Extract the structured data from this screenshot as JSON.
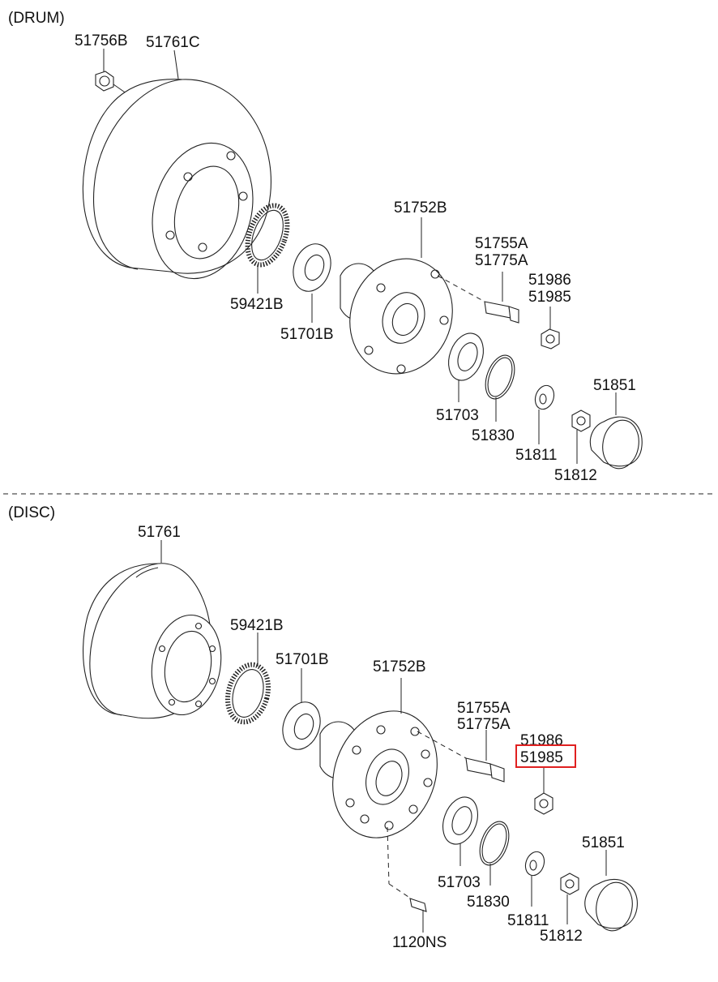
{
  "sections": {
    "drum": {
      "title": "(DRUM)",
      "labels": [
        "51756B",
        "51761C",
        "59421B",
        "51701B",
        "51752B",
        "51755A",
        "51775A",
        "51986",
        "51985",
        "51703",
        "51830",
        "51811",
        "51812",
        "51851"
      ]
    },
    "disc": {
      "title": "(DISC)",
      "labels": [
        "51761",
        "59421B",
        "51701B",
        "51752B",
        "51755A",
        "51775A",
        "51986",
        "51985",
        "51703",
        "51830",
        "51811",
        "51812",
        "51851",
        "1120NS"
      ]
    }
  },
  "highlight": {
    "part": "51985",
    "color": "#e02020"
  }
}
